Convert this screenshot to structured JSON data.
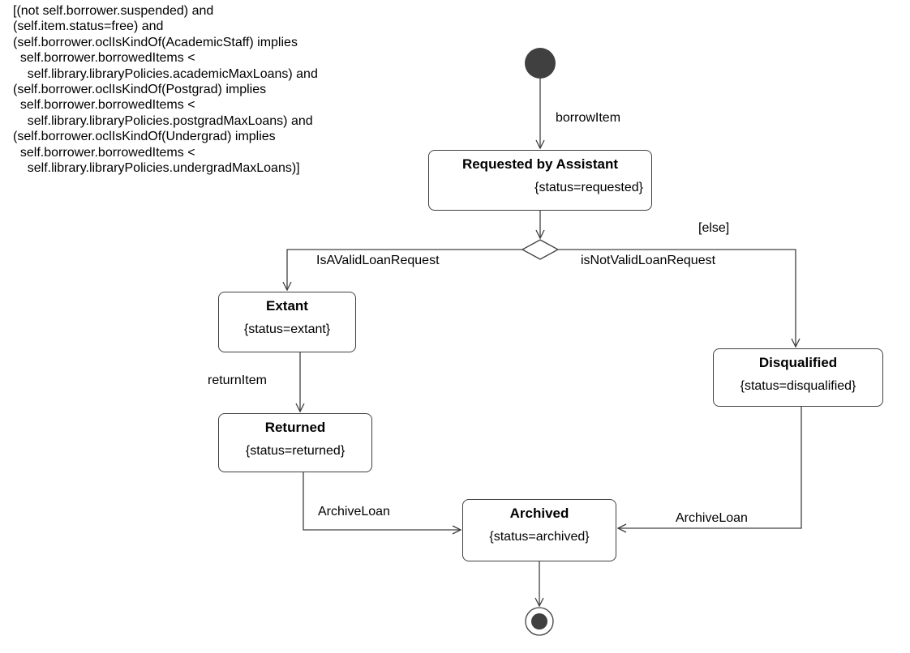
{
  "guard_condition": [
    "[(not self.borrower.suspended) and",
    "(self.item.status=free) and",
    "(self.borrower.oclIsKindOf(AcademicStaff) implies",
    "  self.borrower.borrowedItems <",
    "    self.library.libraryPolicies.academicMaxLoans) and",
    "(self.borrower.oclIsKindOf(Postgrad) implies",
    "  self.borrower.borrowedItems <",
    "    self.library.libraryPolicies.postgradMaxLoans) and",
    "(self.borrower.oclIsKindOf(Undergrad) implies",
    "  self.borrower.borrowedItems <",
    "    self.library.libraryPolicies.undergradMaxLoans)]"
  ],
  "states": {
    "requested": {
      "name": "Requested by Assistant",
      "invariant": "{status=requested}"
    },
    "extant": {
      "name": "Extant",
      "invariant": "{status=extant}"
    },
    "returned": {
      "name": "Returned",
      "invariant": "{status=returned}"
    },
    "disqualified": {
      "name": "Disqualified",
      "invariant": "{status=disqualified}"
    },
    "archived": {
      "name": "Archived",
      "invariant": "{status=archived}"
    }
  },
  "transitions": {
    "borrow": "borrowItem",
    "else_guard": "[else]",
    "valid": "IsAValidLoanRequest",
    "not_valid": "isNotValidLoanRequest",
    "return": "returnItem",
    "archive_from_returned": "ArchiveLoan",
    "archive_from_disqualified": "ArchiveLoan"
  }
}
